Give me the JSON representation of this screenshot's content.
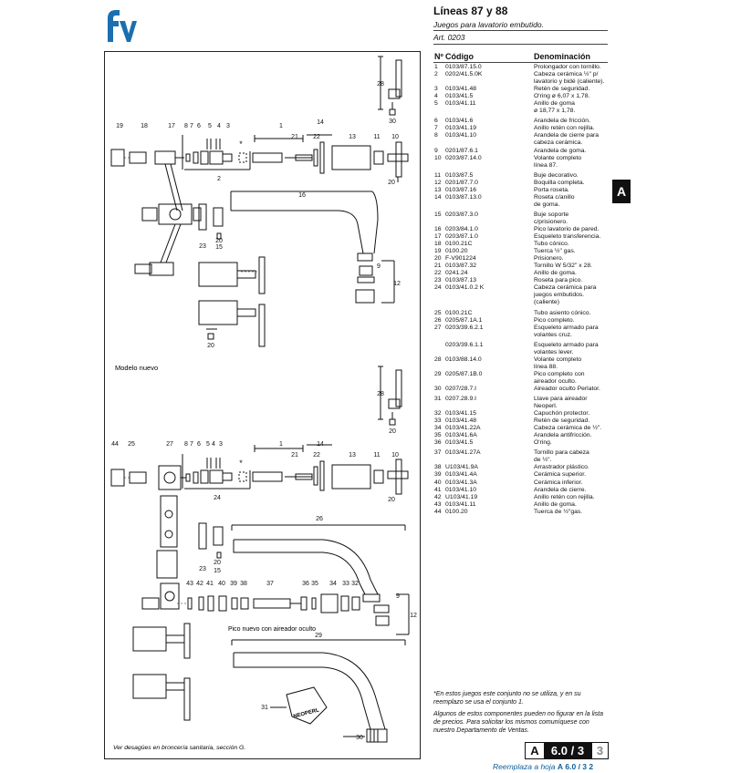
{
  "header": {
    "title": "Líneas 87 y 88",
    "subtitle": "Juegos para lavatorio embutido.",
    "art": "Art. 0203",
    "logo_text": "fv"
  },
  "parts_table": {
    "col_num": "Nº",
    "col_code": "Código",
    "col_desc": "Denominación",
    "rows": [
      {
        "n": "1",
        "c": "0103/87.15.0",
        "d": "Prolongador con tornillo."
      },
      {
        "n": "2",
        "c": "0202/41.5.0K",
        "d": "Cabeza cerámica ½\" p/\nlavatorio y bidé (caliente)."
      },
      {
        "n": "3",
        "c": "0103/41.48",
        "d": "Retén de seguridad."
      },
      {
        "n": "4",
        "c": "0103/41.5",
        "d": "O'ring ø 6,07 x 1,78."
      },
      {
        "n": "5",
        "c": "0103/41.11",
        "d": "Anillo de goma\nø 18,77 x 1,78."
      },
      {
        "n": "6",
        "c": "0103/41.6",
        "d": " Arandela de fricción."
      },
      {
        "n": "7",
        "c": "0103/41.19",
        "d": "Anillo retén con rejilla."
      },
      {
        "n": "8",
        "c": "0103/41.10",
        "d": "Arandela de cierre para\ncabeza cerámica."
      },
      {
        "n": "9",
        "c": "0201/87.6.1",
        "d": "Arandela de goma."
      },
      {
        "n": "10",
        "c": "0203/87.14.0",
        "d": "Volante completo\nlínea 87."
      },
      {
        "n": "11",
        "c": "0103/87.5",
        "d": "Buje decorativo."
      },
      {
        "n": "12",
        "c": "0201/87.7.0",
        "d": "Boquilla completa."
      },
      {
        "n": "13",
        "c": "0103/87.16",
        "d": "Porta roseta."
      },
      {
        "n": "14",
        "c": "0103/87.13.0",
        "d": "Roseta c/anillo\nde goma."
      },
      {
        "n": "15",
        "c": "0203/87.3.0",
        "d": "Buje soporte\nc/prisionero."
      },
      {
        "n": "16",
        "c": "0203/84.1.0",
        "d": "Pico lavatorio de pared."
      },
      {
        "n": "17",
        "c": "0203/87.1.0",
        "d": "Esqueleto transferencia."
      },
      {
        "n": "18",
        "c": "0100.21C",
        "d": "Tubo cónico."
      },
      {
        "n": "19",
        "c": "0100.20",
        "d": "Tuerca ½\" gas."
      },
      {
        "n": "20",
        "c": "F-V901224",
        "d": " Prisionero."
      },
      {
        "n": "21",
        "c": "0103/87.32",
        "d": "Tornillo W 5/32\" x 28."
      },
      {
        "n": "22",
        "c": "0241.24",
        "d": "Anillo de goma."
      },
      {
        "n": "23",
        "c": "0103/87.13",
        "d": "Roseta para pico."
      },
      {
        "n": "24",
        "c": "0103/41.0.2  K",
        "d": "Cabeza cerámica para\njuegos embutidos.\n(caliente)"
      },
      {
        "n": "25",
        "c": "0100.21C",
        "d": "Tubo asiento cónico."
      },
      {
        "n": "26",
        "c": "0205/87.1A.1",
        "d": "Pico completo."
      },
      {
        "n": "27",
        "c": "0203/39.6.2.1",
        "d": "Esqueleto armado para\nvolantes cruz."
      },
      {
        "n": "",
        "c": "0203/39.6.1.1",
        "d": "Esqueleto armado para\nvolantes lever."
      },
      {
        "n": "28",
        "c": "0103/88.14.0",
        "d": "Volante completo\nlínea 88."
      },
      {
        "n": "29",
        "c": "0205/87.1B.0",
        "d": "Pico completo con\naireador oculto."
      },
      {
        "n": "30",
        "c": "0207/28.7.I",
        "d": "Aireador oculto Perlator."
      },
      {
        "n": "31",
        "c": "0207.28.9.I",
        "d": "Llave para aireador\nNeoperl."
      },
      {
        "n": "32",
        "c": "0103/41.15",
        "d": "Capuchón protector."
      },
      {
        "n": "33",
        "c": "0103/41.48",
        "d": "Retén de seguridad."
      },
      {
        "n": "34",
        "c": "0103/41.22A",
        "d": "Cabeza cerámica de ½\"."
      },
      {
        "n": "35",
        "c": "0103/41.6A",
        "d": "Arandela antifricción."
      },
      {
        "n": "36",
        "c": "0103/41.5",
        "d": "O'ring."
      },
      {
        "n": "37",
        "c": "0103/41.27A",
        "d": "Tornillo para cabeza\nde ½\"."
      },
      {
        "n": "38",
        "c": "U103/41.9A",
        "d": "Arrastrador plástico."
      },
      {
        "n": "39",
        "c": "0103/41.4A",
        "d": "Cerámica superior."
      },
      {
        "n": "40",
        "c": "0103/41.3A",
        "d": "Cerámica inferior."
      },
      {
        "n": "41",
        "c": "0103/41.10",
        "d": "Arandela de cierre."
      },
      {
        "n": "42",
        "c": "U103/41.19",
        "d": "Anillo retén con rejilla."
      },
      {
        "n": "43",
        "c": "0103/41.11",
        "d": "Anillo de goma."
      },
      {
        "n": "44",
        "c": "0100.20",
        "d": "Tuerca de ½\"gas."
      }
    ]
  },
  "section_tab": "A",
  "notes": {
    "asterisk": "*En estos juegos este conjunto no se utiliza, y en su reemplazo se usa el conjunto 1.",
    "availability": "Algunos de estos componentes pueden no figurar en la lista de precios. Para solicitar los mismos comuníquese con nuestro Departamento de Ventas."
  },
  "diagram": {
    "label_modelo_nuevo": "Modelo nuevo",
    "label_pico_nuevo": "Pico nuevo con aireador oculto",
    "label_desagues": "Ver desagües en broncería sanitaria, sección G.",
    "neoperl_text": "NEOPERL",
    "asterisk_mark": "*"
  },
  "page_code": {
    "letter": "A",
    "code": "6.0 / 3",
    "rev": "3"
  },
  "replaces": {
    "label": "Reemplaza a hoja",
    "letter": "A",
    "code": "6.0 / 3",
    "rev": "2"
  },
  "colors": {
    "brand_blue": "#1a6fb0",
    "link_blue": "#0f5f9a"
  }
}
